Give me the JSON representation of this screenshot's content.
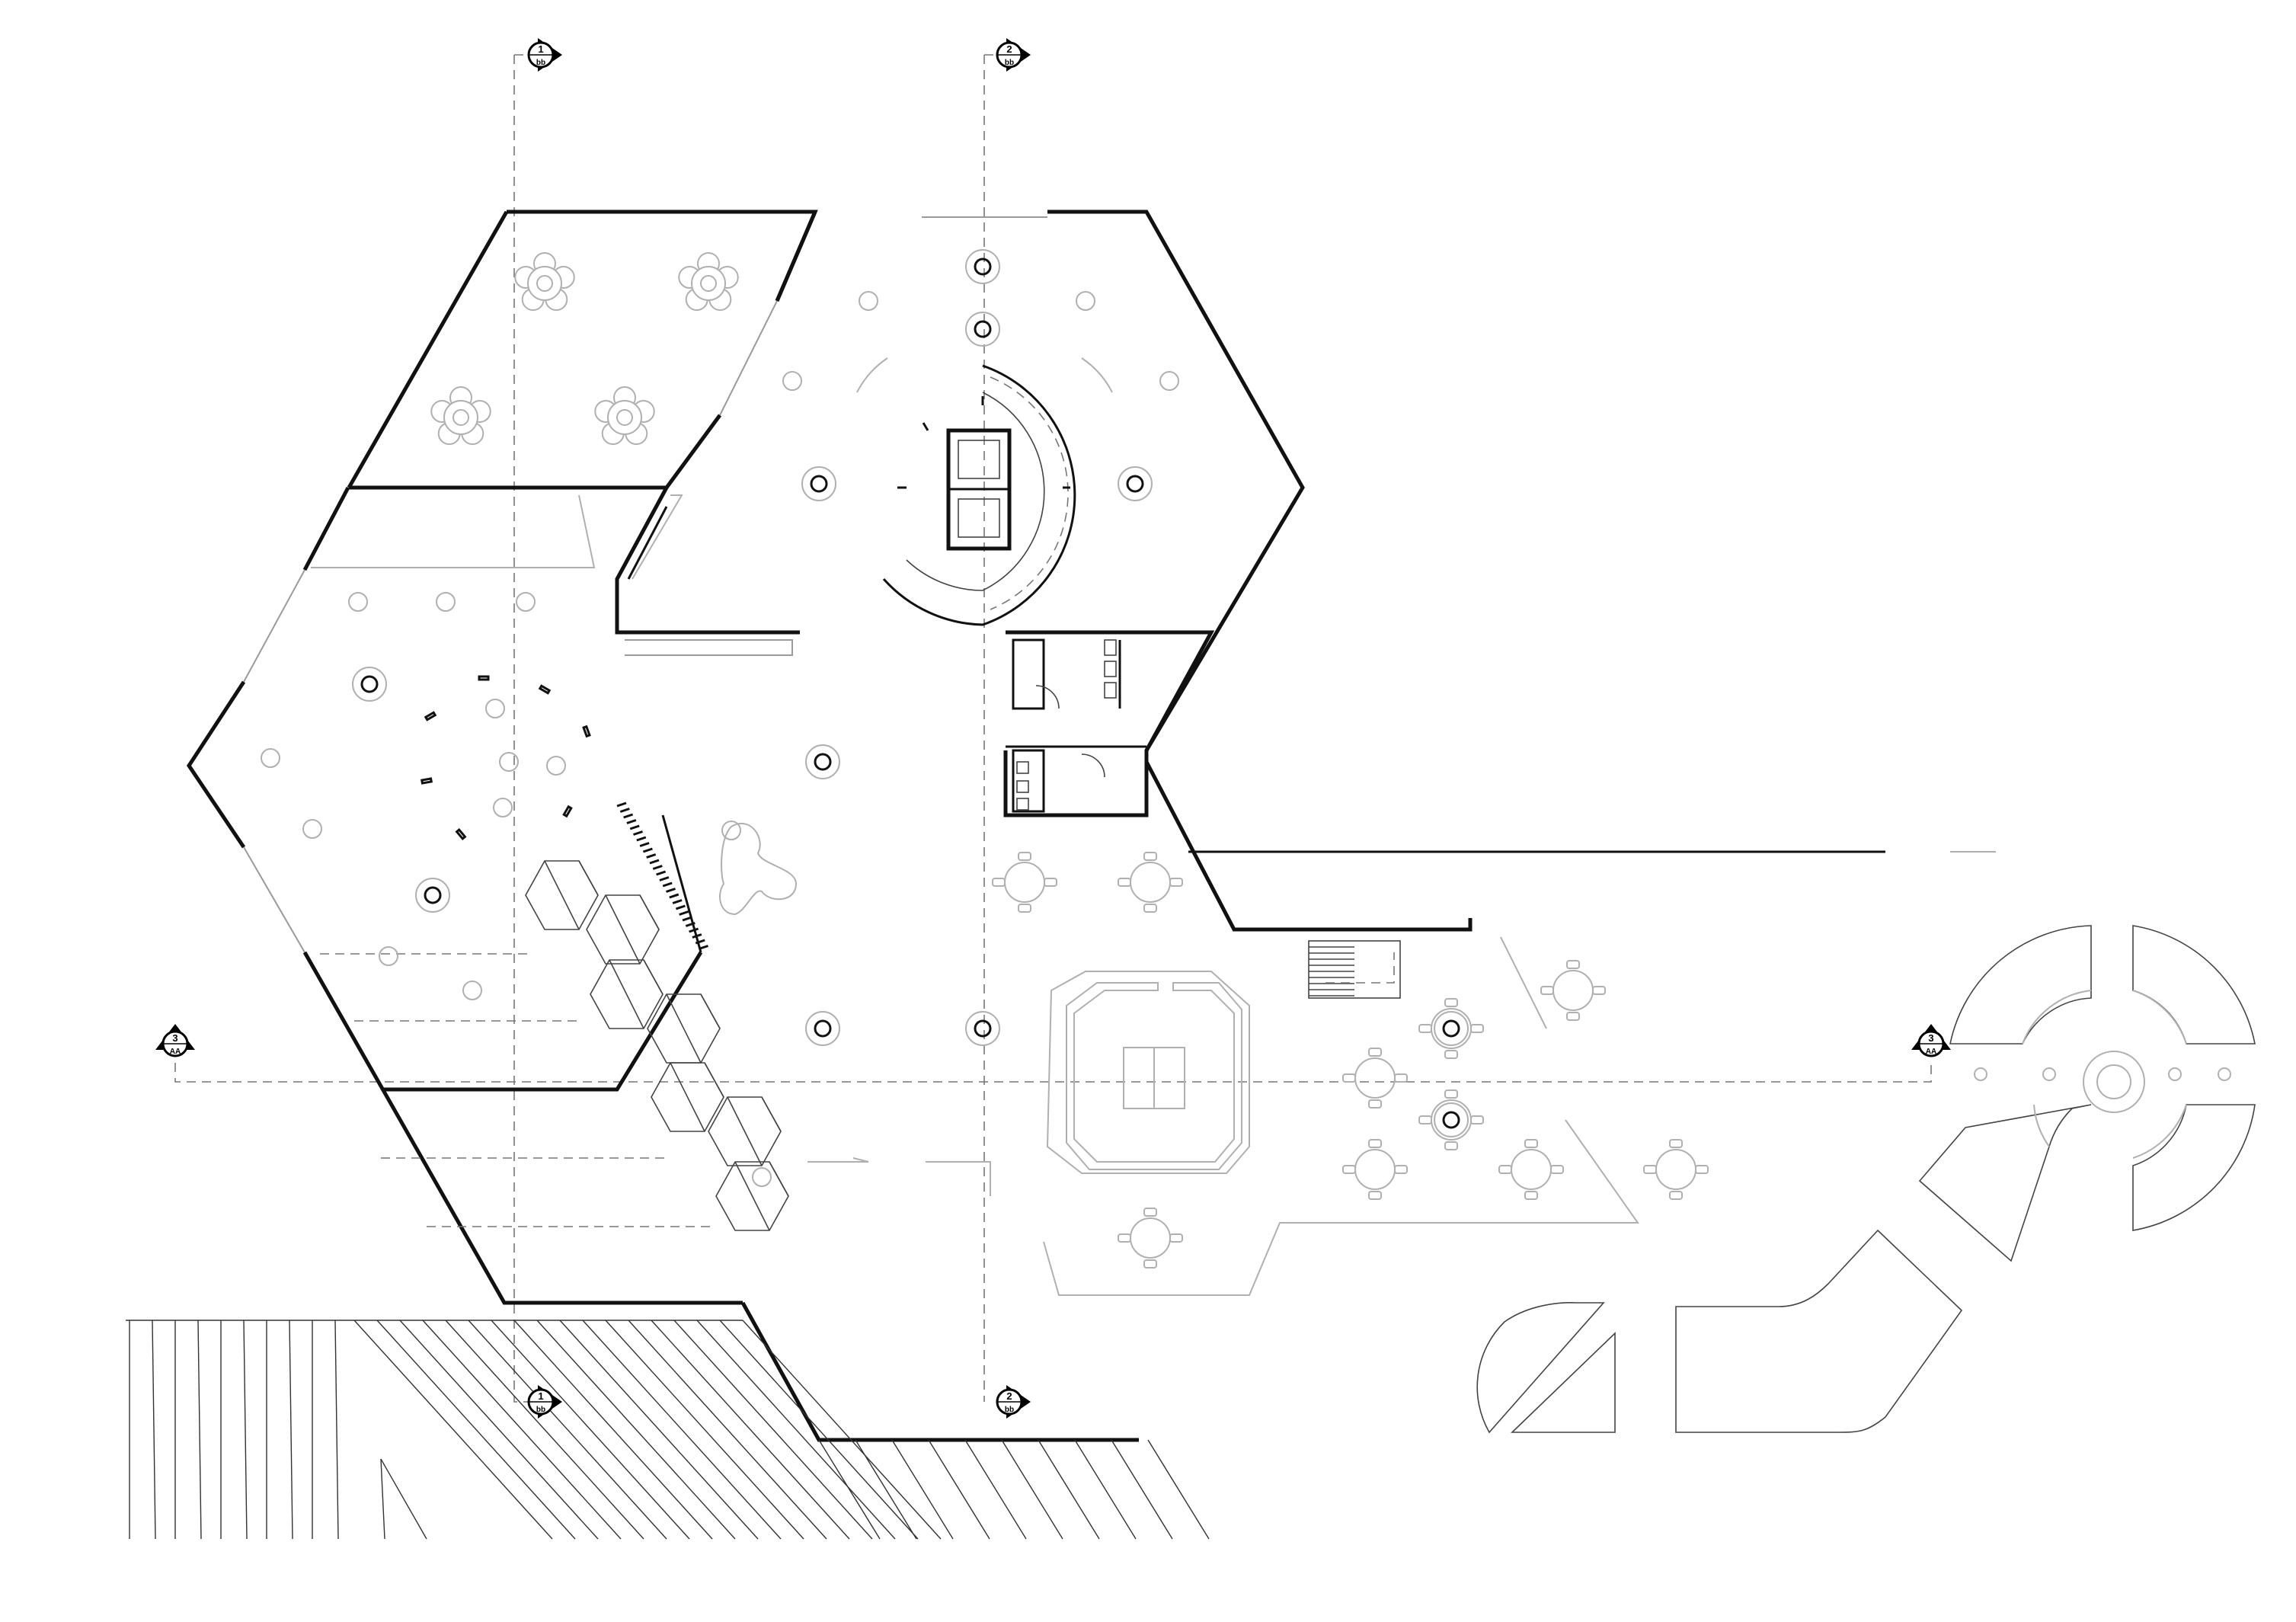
{
  "drawing": {
    "type": "architectural floor plan",
    "style": "black line drawing on white"
  },
  "section_markers": [
    {
      "id": "1",
      "label_num": "1",
      "label_sheet": "bb",
      "position": "top-left"
    },
    {
      "id": "2",
      "label_num": "2",
      "label_sheet": "bb",
      "position": "top-center"
    },
    {
      "id": "3",
      "label_num": "3",
      "label_sheet": "AA",
      "position": "left"
    },
    {
      "id": "4",
      "label_num": "3",
      "label_sheet": "AA",
      "position": "right"
    },
    {
      "id": "5",
      "label_num": "1",
      "label_sheet": "bb",
      "position": "bottom-left"
    },
    {
      "id": "6",
      "label_num": "2",
      "label_sheet": "bb",
      "position": "bottom-center"
    }
  ],
  "colors": {
    "line": "#111111",
    "light_line": "#b0b0b0",
    "background": "#ffffff"
  }
}
